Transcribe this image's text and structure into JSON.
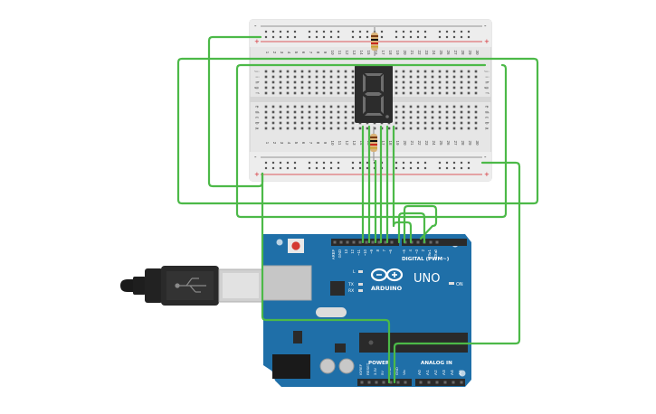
{
  "breadboard": {
    "column_numbers": [
      "1",
      "2",
      "3",
      "4",
      "5",
      "6",
      "7",
      "8",
      "9",
      "10",
      "11",
      "12",
      "13",
      "14",
      "15",
      "16",
      "17",
      "18",
      "19",
      "20",
      "21",
      "22",
      "23",
      "24",
      "25",
      "26",
      "27",
      "28",
      "29",
      "30"
    ],
    "top_rows": [
      "j",
      "i",
      "h",
      "g",
      "f"
    ],
    "bottom_rows": [
      "e",
      "d",
      "c",
      "b",
      "a"
    ],
    "rail_plus": "+",
    "rail_minus": "-"
  },
  "display": {
    "digit": "8"
  },
  "arduino": {
    "board_name": "UNO",
    "brand": "ARDUINO",
    "digital_label": "DIGITAL (PWM~)",
    "power_label": "POWER",
    "analog_label": "ANALOG IN",
    "on_label": "ON",
    "l_label": "L",
    "tx_label": "TX",
    "rx_label": "RX",
    "top_pins": [
      "AREF",
      "GND",
      "13",
      "12",
      "~11",
      "~10",
      "~9",
      "8",
      "7",
      "~6",
      "~5",
      "4",
      "~3",
      "2",
      "TX▸1",
      "RX◂0"
    ],
    "power_pins": [
      "IOREF",
      "RESET",
      "3.3V",
      "5V",
      "GND",
      "GND",
      "Vin"
    ],
    "analog_pins": [
      "A0",
      "A1",
      "A2",
      "A3",
      "A4",
      "A5"
    ]
  },
  "colors": {
    "wire": "#4cb948",
    "board": "#1f6fa8",
    "breadboard": "#e4e4e4",
    "rail_red": "#d4242b",
    "segment_off": "#6e6e6e",
    "display_body": "#2c2c2c"
  }
}
